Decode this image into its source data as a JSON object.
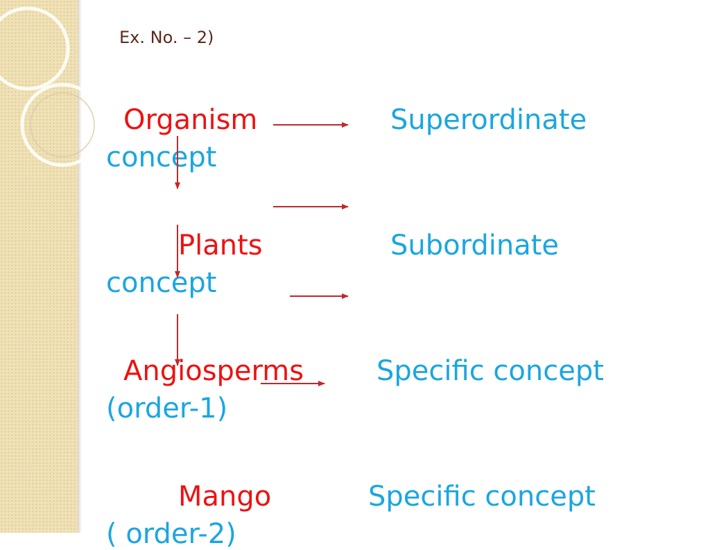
{
  "slide": {
    "title": "Ex. No. – 2)",
    "rows": [
      {
        "term": "Organism",
        "concept": "Superordinate",
        "concept_cont": "concept"
      },
      {
        "term": "Plants",
        "concept": "Subordinate",
        "concept_cont": "concept"
      },
      {
        "term": "Angiosperms",
        "concept": "Specific concept",
        "concept_cont": "(order-1)"
      },
      {
        "term": "Mango",
        "concept": "Specific concept",
        "concept_cont": "( order-2)"
      }
    ]
  },
  "colors": {
    "term": "#ee1111",
    "concept": "#1aa6e0",
    "arrow": "#c0282a",
    "title": "#5a2a1a",
    "sidebar": "#f0e2b6"
  },
  "icons": [
    "arrow-right-icon",
    "arrow-down-icon"
  ]
}
